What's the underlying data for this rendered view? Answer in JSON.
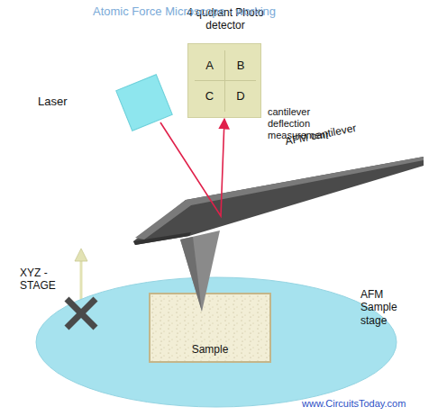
{
  "diagram": {
    "title": "Atomic Force Microscope - working",
    "nodes": [
      {
        "text": [
          "4 qudrant Photo detector"
        ]
      },
      {
        "text": [
          "A"
        ],
        "in": 0
      },
      {
        "text": [
          "B"
        ],
        "in": 0
      },
      {
        "text": [
          "C"
        ],
        "in": 0
      },
      {
        "text": [
          "D"
        ],
        "in": 0
      },
      {
        "text": [
          "Laser"
        ]
      },
      {
        "text": [
          "AFM Sample stage"
        ]
      },
      {
        "text": [
          "Sample"
        ],
        "in": 6
      }
    ],
    "edges": [
      {
        "from": 5,
        "to": 0,
        "arrow": "to"
      }
    ],
    "labels": [
      "cantilever deflection measurement",
      "AFM cantilever",
      "XYZ - STAGE",
      "www.CircuitsToday.com"
    ]
  }
}
